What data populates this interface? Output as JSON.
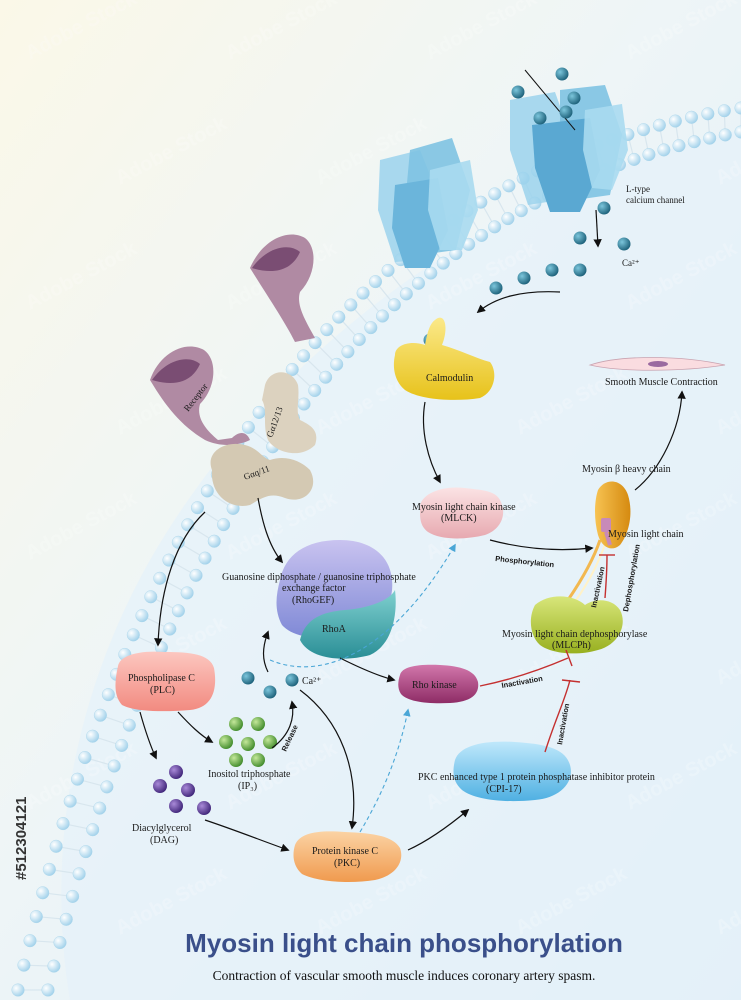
{
  "title": "Myosin light chain phosphorylation",
  "subtitle": "Contraction of vascular smooth muscle induces coronary artery spasm.",
  "watermark": "Adobe Stock",
  "stock_id": "#512304121",
  "labels": {
    "receptor": "Receptor",
    "g_alpha_1213": "Gα12/13",
    "g_alpha_q11": "Gαq/11",
    "l_type_line1": "L-type",
    "l_type_line2": "calcium channel",
    "ca_top": "Ca²⁺",
    "ca_mid": "Ca²⁺",
    "calmodulin": "Calmodulin",
    "smooth_muscle_contraction": "Smooth Muscle Contraction",
    "myosin_heavy_chain": "Myosin β heavy chain",
    "myosin_light_chain": "Myosin light chain",
    "mlck_line1": "Myosin light chain kinase",
    "mlck_line2": "(MLCK)",
    "phosphorylation": "Phosphorylation",
    "inactivation_1": "Inactivation",
    "dephosphorylation": "Dephosphorylation",
    "rhogef_line1": "Guanosine diphosphate / guanosine triphosphate",
    "rhogef_line2": "exchange factor",
    "rhogef_line3": "(RhoGEF)",
    "rhoa": "RhoA",
    "mlcph_line1": "Myosin light chain dephosphorylase",
    "mlcph_line2": "(MLCPh)",
    "rho_kinase": "Rho kinase",
    "inactivation_2": "Inactivation",
    "inactivation_3": "Inactivation",
    "plc_line1": "Phospholipase C",
    "plc_line2": "(PLC)",
    "release": "Release",
    "ip3_line1": "Inositol triphosphate",
    "ip3_line2": "(IP₃)",
    "dag_line1": "Diacylglycerol",
    "dag_line2": "(DAG)",
    "pkc_line1": "Protein kinase C",
    "pkc_line2": "(PKC)",
    "cpi_line1": "PKC enhanced type 1 protein phosphatase inhibitor protein",
    "cpi_line2": "(CPI-17)"
  },
  "colors": {
    "title": "#3a4f8a",
    "membrane_bead": "#bfe0f2",
    "channel": "#7ec3e2",
    "receptor": "#b08aa3",
    "g_protein": "#ddd3c0",
    "calmodulin": "#f2d548",
    "mlck": "#f0c4c8",
    "rhogef": "#9aa4e0",
    "rhoa": "#4ab0b0",
    "plc": "#f7a8a0",
    "pkc": "#f5b47a",
    "rho_kinase": "#b04a86",
    "mlcph": "#b8cc3a",
    "cpi17": "#7cc8ee",
    "calcium_ion": "#2a7f9a",
    "ip3": "#6ab04c",
    "dag": "#6a4aa0",
    "inhibit": "#c43030"
  }
}
